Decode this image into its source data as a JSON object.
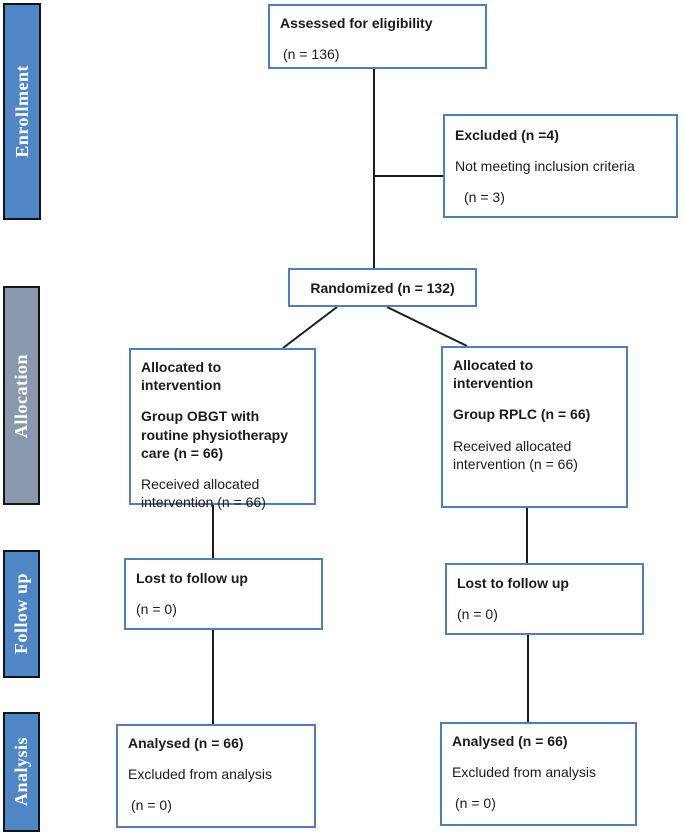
{
  "sidebar": {
    "stages": [
      {
        "label": "Enrollment"
      },
      {
        "label": "Allocation"
      },
      {
        "label": "Follow up"
      },
      {
        "label": "Analysis"
      }
    ]
  },
  "boxes": {
    "assessed": {
      "title": "Assessed for eligibility",
      "n": "(n = 136)"
    },
    "excluded": {
      "title": "Excluded (n =4)",
      "reason": "Not meeting inclusion criteria",
      "n": "(n = 3)"
    },
    "randomized": {
      "title": "Randomized (n = 132)"
    },
    "allocation_left": {
      "title": "Allocated to intervention",
      "group": "Group OBGT with routine physiotherapy care (n = 66)",
      "received": "Received allocated intervention (n = 66)"
    },
    "allocation_right": {
      "title": "Allocated to intervention",
      "group": "Group RPLC (n = 66)",
      "received": "Received allocated intervention (n = 66)"
    },
    "followup_left": {
      "title": "Lost to follow up",
      "n": "(n = 0)"
    },
    "followup_right": {
      "title": "Lost to follow up",
      "n": "(n = 0)"
    },
    "analysis_left": {
      "title": "Analysed (n = 66)",
      "excluded": "Excluded from analysis",
      "n": "(n = 0)"
    },
    "analysis_right": {
      "title": "Analysed (n = 66)",
      "excluded": "Excluded from analysis",
      "n": "(n = 0)"
    }
  },
  "colors": {
    "stage_blue": "#4f86c6",
    "stage_gray": "#8a98ad",
    "stage_border": "#141414",
    "box_border": "#4d7ec0",
    "connector": "#1c1c1c"
  }
}
